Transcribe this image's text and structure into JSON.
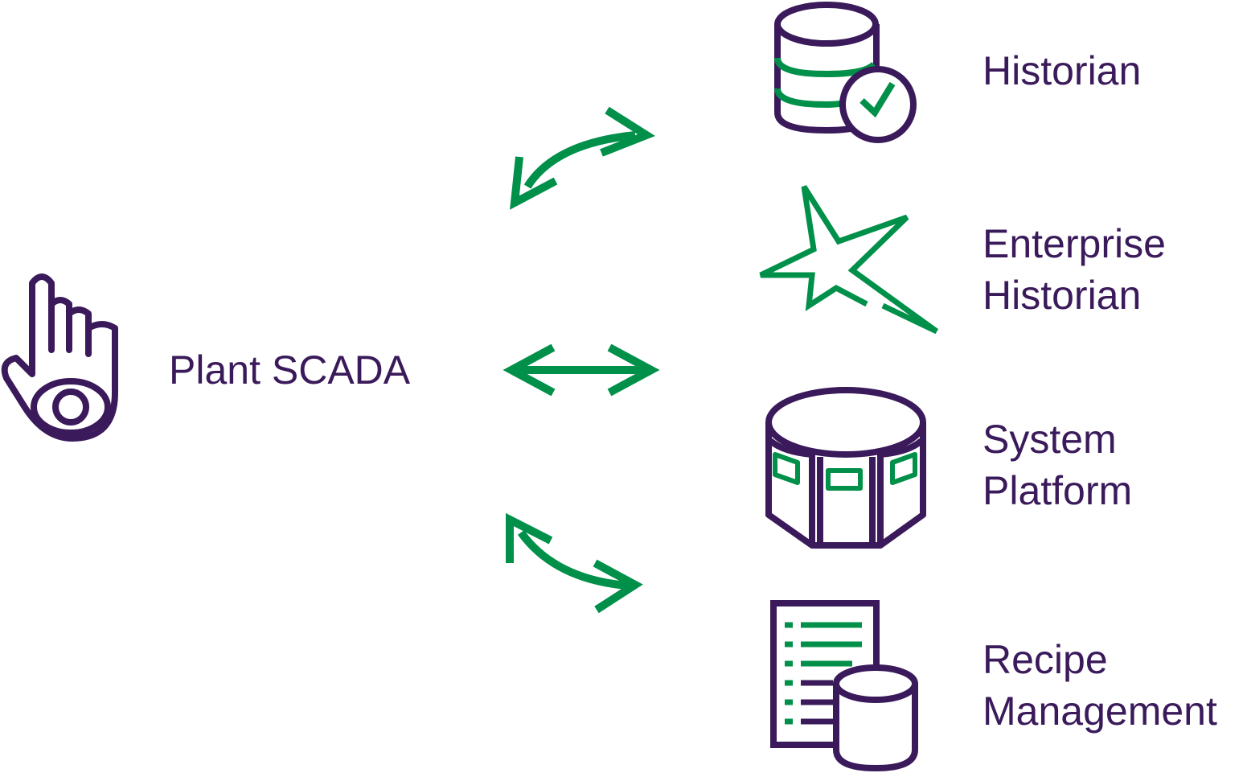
{
  "colors": {
    "purple": "#3a1a5a",
    "green": "#00904a"
  },
  "source": {
    "label": "Plant SCADA",
    "icon": "hand-eye-icon"
  },
  "targets": [
    {
      "lines": [
        "Historian"
      ],
      "icon": "database-check-icon"
    },
    {
      "lines": [
        "Enterprise",
        "Historian"
      ],
      "icon": "star-icon"
    },
    {
      "lines": [
        "System",
        "Platform"
      ],
      "icon": "platform-icon"
    },
    {
      "lines": [
        "Recipe",
        "Management"
      ],
      "icon": "recipe-database-icon"
    }
  ],
  "connectors": [
    "bidirectional-arrow-icon",
    "bidirectional-arrow-icon",
    "bidirectional-arrow-icon"
  ]
}
